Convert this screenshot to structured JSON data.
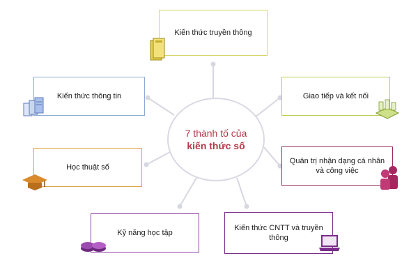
{
  "center": {
    "line1": "7 thành tố của",
    "line2": "kiến thức số"
  },
  "nodes": [
    {
      "id": "media",
      "label": "Kiến thức truyền thông",
      "color": "#d8d56a",
      "icon": "book-icon"
    },
    {
      "id": "communication",
      "label": "Giao tiếp và kết nối",
      "color": "#b9cf55",
      "icon": "network-icon"
    },
    {
      "id": "identity",
      "label": "Quản trị nhận dạng cá nhân và công việc",
      "color": "#9b2c5f",
      "icon": "people-icon"
    },
    {
      "id": "ict",
      "label": "Kiến thức CNTT và truyền thông",
      "color": "#7b2d8b",
      "icon": "laptop-icon"
    },
    {
      "id": "learning",
      "label": "Kỹ năng học tập",
      "color": "#8a3fa0",
      "icon": "coins-icon"
    },
    {
      "id": "scholarship",
      "label": "Học thuật số",
      "color": "#e0a545",
      "icon": "graduation-cap-icon"
    },
    {
      "id": "information",
      "label": "Kiến thức thông tin",
      "color": "#8fa8d6",
      "icon": "documents-icon"
    }
  ],
  "colors": {
    "connector": "#d7d7e2",
    "center_border": "#d9d9e4",
    "center_text": "#b23a48"
  }
}
